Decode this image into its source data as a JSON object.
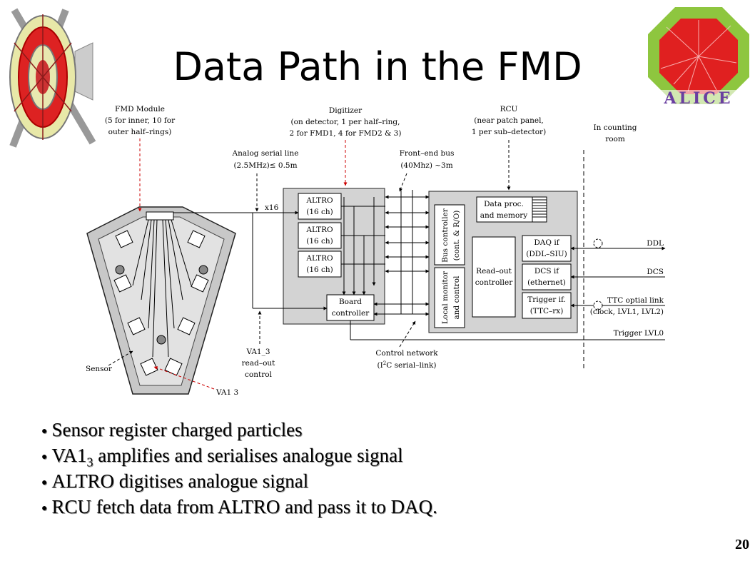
{
  "slide": {
    "title": "Data Path in the FMD",
    "page_number": "20",
    "bullets": [
      {
        "pre": "Sensor register charged particles",
        "sub": "",
        "post": ""
      },
      {
        "pre": "VA1",
        "sub": "3",
        "post": " amplifies and serialises analogue signal"
      },
      {
        "pre": "ALTRO digitises analogue signal",
        "sub": "",
        "post": ""
      },
      {
        "pre": "RCU fetch data from ALTRO and pass it to DAQ.",
        "sub": "",
        "post": ""
      }
    ]
  },
  "logo": {
    "text": "ALICE"
  },
  "diagram": {
    "fmd_module": [
      "FMD Module",
      "(5 for inner, 10 for",
      "outer half–rings)"
    ],
    "digitizer": [
      "Digitizer",
      "(on detector, 1 per half–ring,",
      "2 for FMD1, 4 for FMD2 & 3)"
    ],
    "rcu": [
      "RCU",
      "(near patch panel,",
      "1 per sub–detector)"
    ],
    "counting_room": [
      "In counting",
      "room"
    ],
    "analog_line": [
      "Analog serial line",
      "(2.5MHz)≤ 0.5m"
    ],
    "frontend_bus": [
      "Front–end bus",
      "(40Mhz) ~3m"
    ],
    "x16": "x16",
    "altro": [
      "ALTRO",
      "(16 ch)"
    ],
    "board_controller": [
      "Board",
      "controller"
    ],
    "data_proc": [
      "Data proc.",
      "and memory"
    ],
    "bus_controller": [
      "Bus controller",
      "(cont. & R/O)"
    ],
    "local_monitor": [
      "Local monitor",
      "and control"
    ],
    "readout_controller": [
      "Read–out",
      "controller"
    ],
    "daq_if": [
      "DAQ if",
      "(DDL–SIU)"
    ],
    "dcs_if": [
      "DCS if",
      "(ethernet)"
    ],
    "trigger_if": [
      "Trigger if.",
      "(TTC–rx)"
    ],
    "ddl": "DDL",
    "dcs": "DCS",
    "ttc_link": [
      "TTC optial link",
      "(clock, LVL1, LVL2)"
    ],
    "trigger_lvl0": "Trigger LVL0",
    "va1_readout": [
      "VA1_3",
      "read–out",
      "control"
    ],
    "control_network": [
      "Control network",
      "(I",
      "2",
      "C serial–link)"
    ],
    "sensor": "Sensor",
    "va1_label": "VA1 3"
  },
  "colors": {
    "box_gray": "#d3d3d3",
    "sensor_gray": "#cfcfcf",
    "arrow_red": "#cc0000",
    "logo_green": "#8ec63f",
    "logo_red": "#e02020"
  }
}
